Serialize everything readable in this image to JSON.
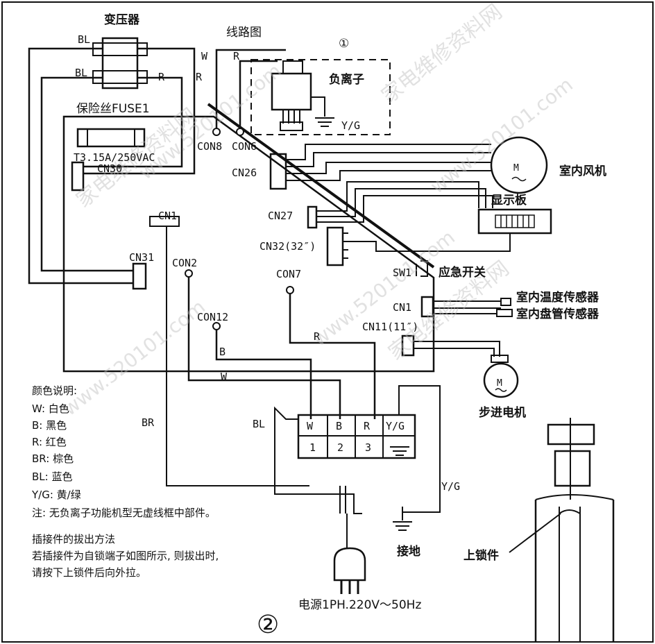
{
  "transformer": "变压器",
  "wiring_title": "线路图",
  "circle1": "①",
  "neg_ion": "负离子",
  "fuse_label": "保险丝FUSE1",
  "fuse_rating": "T3.15A/250VAC",
  "wire_colors": {
    "bl": "BL",
    "w": "W",
    "r": "R",
    "b": "B",
    "br": "BR",
    "yg": "Y/G"
  },
  "connectors": {
    "con8": "CON8",
    "con6": "CON6",
    "cn30": "CN30",
    "cn26": "CN26",
    "cn27": "CN27",
    "cn32": "CN32(32″)",
    "cn1_top": "CN1",
    "cn31": "CN31",
    "con2": "CON2",
    "con7": "CON7",
    "con12": "CON12",
    "sw1": "SW1",
    "cn1": "CN1",
    "cn11": "CN11(11″)"
  },
  "components": {
    "fan": "室内风机",
    "display": "显示板",
    "emergency": "应急开关",
    "temp_sensor": "室内温度传感器",
    "coil_sensor": "室内盘管传感器",
    "stepper": "步进电机",
    "motor_m": "M",
    "ground": "接地",
    "lock": "上锁件"
  },
  "terminal_block": {
    "headers": [
      "W",
      "B",
      "R",
      "Y/G"
    ],
    "numbers": [
      "1",
      "2",
      "3"
    ]
  },
  "legend": {
    "title": "颜色说明:",
    "items": [
      "W: 白色",
      "B: 黑色",
      "R: 红色",
      "BR: 棕色",
      "BL: 蓝色",
      "Y/G: 黄/绿"
    ],
    "note": "注: 无负离子功能机型无虚线框中部件。"
  },
  "instructions": [
    "插接件的拔出方法",
    "若插接件为自锁端子如图所示, 则拔出时,",
    "请按下上锁件后向外拉。"
  ],
  "power": "电源1PH.220V～50Hz",
  "page_marker": "②",
  "watermarks": [
    "家电维修资料网",
    "www.520101.com"
  ]
}
